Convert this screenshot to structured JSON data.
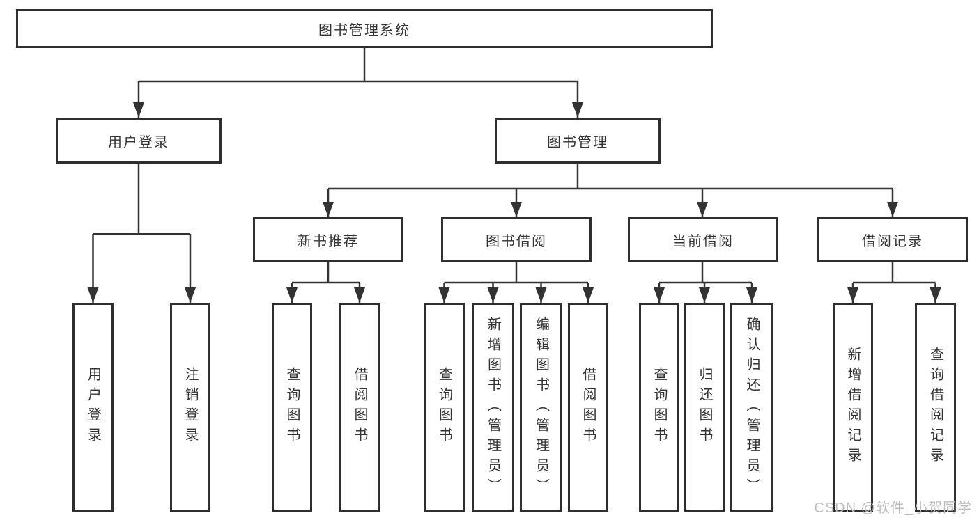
{
  "diagram": {
    "root": {
      "label": "图书管理系统"
    },
    "level1": [
      {
        "label": "用户登录"
      },
      {
        "label": "图书管理"
      }
    ],
    "level2": [
      {
        "label": "新书推荐"
      },
      {
        "label": "图书借阅"
      },
      {
        "label": "当前借阅"
      },
      {
        "label": "借阅记录"
      }
    ],
    "leaves": {
      "user_login": [
        {
          "label": "用户登录"
        },
        {
          "label": "注销登录"
        }
      ],
      "new_book": [
        {
          "label": "查询图书"
        },
        {
          "label": "借阅图书"
        }
      ],
      "book_borrow": [
        {
          "label": "查询图书"
        },
        {
          "label": "新增图书（管理员）"
        },
        {
          "label": "编辑图书（管理员）"
        },
        {
          "label": "借阅图书"
        }
      ],
      "current_borrow": [
        {
          "label": "查询图书"
        },
        {
          "label": "归还图书"
        },
        {
          "label": "确认归还（管理员）"
        }
      ],
      "borrow_record": [
        {
          "label": "新增借阅记录"
        },
        {
          "label": "查询借阅记录"
        }
      ]
    }
  },
  "watermark": {
    "text": "CSDN @软件_小贺同学"
  },
  "colors": {
    "line": "#333333",
    "border": "#2e2e2e",
    "text": "#333333",
    "watermark": "#bdbdbd",
    "background": "#ffffff"
  }
}
